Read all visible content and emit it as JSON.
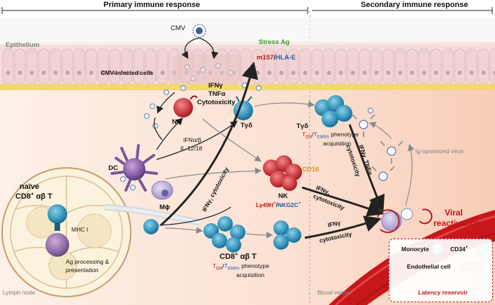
{
  "header": {
    "primary": "Primary immune response",
    "secondary": "Secondary immune response"
  },
  "labels": {
    "epithelium": "Epithelium",
    "cmv": "CMV",
    "stress_ag": "Stress Ag",
    "m157": "m157",
    "slash": "/",
    "hla_e": "HLA-E",
    "infected_cells": "CMV-infected cells",
    "ifng_top": "IFNγ",
    "tnfa_top": "TNFα",
    "cytotoxicity_top": "Cytotoxicity",
    "nk_top": "NK",
    "tgd_left": "Tγδ",
    "tgd_right": "Tγδ",
    "dc": "DC",
    "ifn_ab": "IFNα/β",
    "il12": "IL-12/18",
    "mphi": "Mϕ",
    "tem": "T",
    "tem_sub": "EM",
    "temra_slash": "/",
    "temra": "T",
    "temra_sub": "EMRA",
    "phenotype": "phenotype",
    "acquisition": "acquisition",
    "ifng_tnfa_right": "IFNγ, TNFα",
    "cytotoxicity_right": "cytotoxicity",
    "ig_virus": "Ig-opsonized virus",
    "cd16": "CD16",
    "nk_mid": "NK",
    "ly49h": "Ly49H",
    "ly49h_sup": "+",
    "nkg2c": "NKG2C",
    "nkg2c_sup": "+",
    "ifng_cyto_nk_1": "IFNγ,",
    "ifng_cyto_nk_2": "cytotoxicity",
    "ifng_cyto_central": "IFNγ, cytotoxicity",
    "viral": "Viral",
    "reactivation": "reactivation",
    "naive": "naïve",
    "cd8_ab": "CD8",
    "cd8_sup": "+",
    "ab_t": "αβ T",
    "mhc": "MHC I",
    "ag_proc": "Ag processing &",
    "presentation": "presentation",
    "lymph_node": "Lymph node",
    "cd8_bottom": "CD8",
    "cd8_bottom_sup": "+",
    "ab_t_bottom": "αβ T",
    "bottom_tem": "T",
    "bottom_tem_sub": "EM",
    "bottom_slash": "/",
    "bottom_temra": "T",
    "bottom_temra_sub": "EMRA",
    "bottom_phenotype": "phenotype",
    "bottom_acquisition": "acquisition",
    "ifng_bottom": "IFNγ",
    "cyto_bottom": "cytotoxicity",
    "blood_vessel": "Blood vessel"
  },
  "legend": {
    "monocyte": "Monocyte",
    "cd34": "CD34",
    "cd34_sup": "+",
    "endothelial": "Endothelial cell",
    "reservoir": "Latency reservoir"
  },
  "colors": {
    "epithelium": "#f3dada",
    "tissue": "#fbe3d6",
    "vessel": "#c8171c",
    "virus": "#6c8bb8",
    "nk": "#c8373b",
    "tcell": "#2f8fb5",
    "dc": "#7b559a"
  }
}
